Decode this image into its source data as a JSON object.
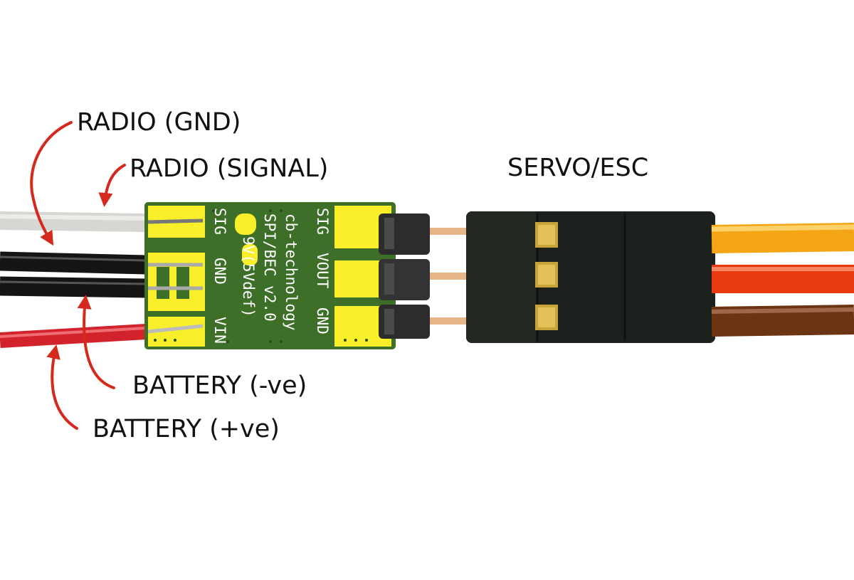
{
  "annotations": {
    "radio_gnd": "RADIO (GND)",
    "radio_signal": "RADIO (SIGNAL)",
    "servo_esc": "SERVO/ESC",
    "battery_neg": "BATTERY (-ve)",
    "battery_pos": "BATTERY (+ve)"
  },
  "board": {
    "left_pins": [
      "SIG",
      "GND",
      "VIN"
    ],
    "right_pins": [
      "SIG",
      "VOUT",
      "GND"
    ],
    "line1": "cb-technology",
    "line2": "SPI/BEC v2.0",
    "line3": "9V(5Vdef)"
  },
  "colors": {
    "pcb_green": "#3e6f28",
    "pad_yellow": "#f8ee2a",
    "arrow_red": "#d42a1e",
    "connector_black": "#1d211d",
    "wire_white": "#d6d7d2",
    "wire_black": "#151515",
    "wire_red": "#d2232d",
    "wire_orange": "#f3a514",
    "wire_redorange": "#ea3a12",
    "wire_brown": "#6b3514"
  }
}
